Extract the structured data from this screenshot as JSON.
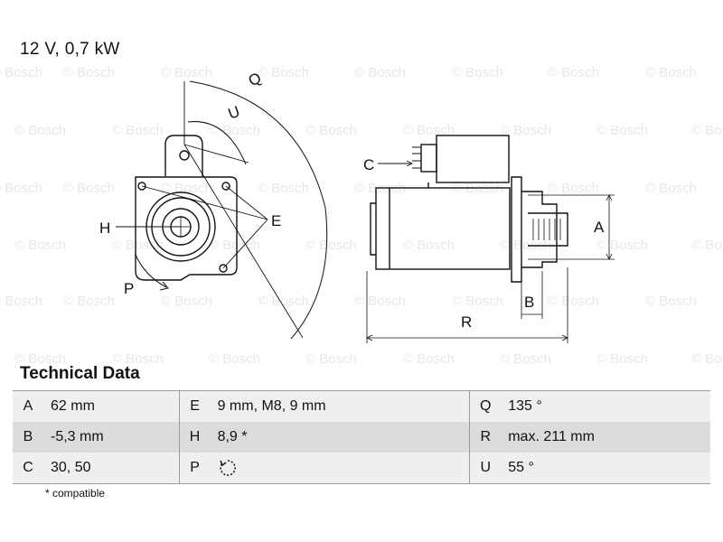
{
  "header": {
    "spec": "12 V, 0,7 kW"
  },
  "drawing": {
    "front_labels": {
      "q": "Q",
      "u": "U",
      "e": "E",
      "h": "H",
      "p": "P"
    },
    "side_labels": {
      "c": "C",
      "a": "A",
      "b": "B",
      "r": "R"
    }
  },
  "technical_data": {
    "title": "Technical Data",
    "rows": [
      [
        {
          "key": "A",
          "value": "62 mm"
        },
        {
          "key": "E",
          "value": "9 mm, M8, 9 mm"
        },
        {
          "key": "Q",
          "value": "135 °"
        }
      ],
      [
        {
          "key": "B",
          "value": "-5,3 mm"
        },
        {
          "key": "H",
          "value": "8,9 *"
        },
        {
          "key": "R",
          "value": "max. 211 mm"
        }
      ],
      [
        {
          "key": "C",
          "value": "30, 50"
        },
        {
          "key": "P",
          "value": "",
          "icon": "clockwise-rotation-icon"
        },
        {
          "key": "U",
          "value": "55 °"
        }
      ]
    ]
  },
  "footnote": "* compatible",
  "watermark": {
    "text": "© Bosch",
    "color": "#e7e7e7"
  }
}
